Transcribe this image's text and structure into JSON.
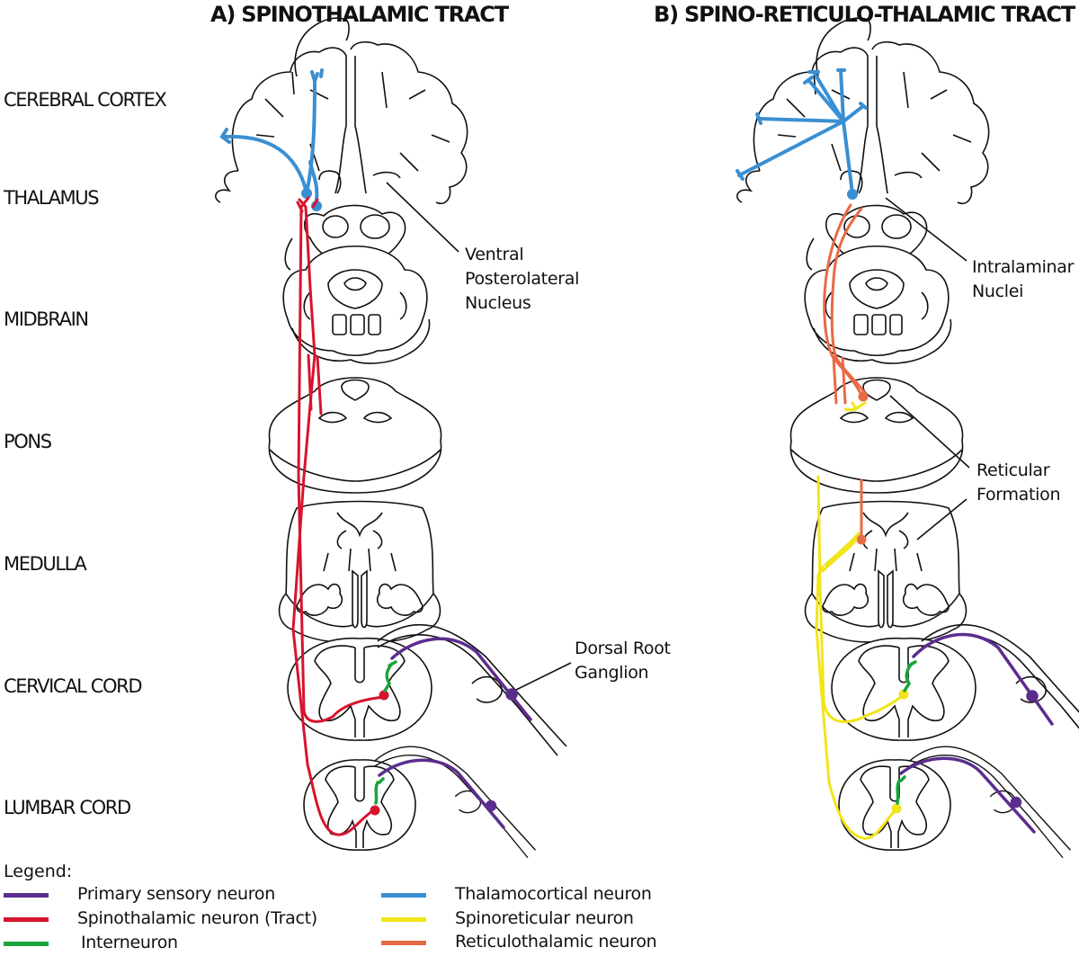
{
  "titles": {
    "a": "A) SPINOTHALAMIC TRACT",
    "b": "B) SPINO-RETICULO-THALAMIC TRACT"
  },
  "levels": [
    "CEREBRAL CORTEX",
    "THALAMUS",
    "MIDBRAIN",
    "PONS",
    "MEDULLA",
    "CERVICAL CORD",
    "LUMBAR CORD"
  ],
  "annotations": {
    "vpl": [
      "Ventral",
      "Posterolateral",
      "Nucleus"
    ],
    "drg": [
      "Dorsal Root",
      "Ganglion"
    ],
    "intralaminar": [
      "Intralaminar",
      "Nuclei"
    ],
    "reticular": [
      "Reticular",
      "Formation"
    ]
  },
  "legend": {
    "title": "Legend:",
    "items": [
      {
        "label": "Primary sensory neuron",
        "color": "#5b2d8e"
      },
      {
        "label": "Spinothalamic neuron (Tract)",
        "color": "#d7142d"
      },
      {
        "label": "Interneuron",
        "color": "#1aa33a"
      },
      {
        "label": "Thalamocortical neuron",
        "color": "#3a8fd2"
      },
      {
        "label": "Spinoreticular neuron",
        "color": "#f2e418"
      },
      {
        "label": "Reticulothalamic neuron",
        "color": "#e86a45"
      }
    ]
  },
  "colors": {
    "primary": "#5b2d8e",
    "spinothalamic": "#d7142d",
    "interneuron": "#1aa33a",
    "thalamocortical": "#3a8fd2",
    "spinoreticular": "#f2e418",
    "reticulothalamic": "#e86a45"
  }
}
